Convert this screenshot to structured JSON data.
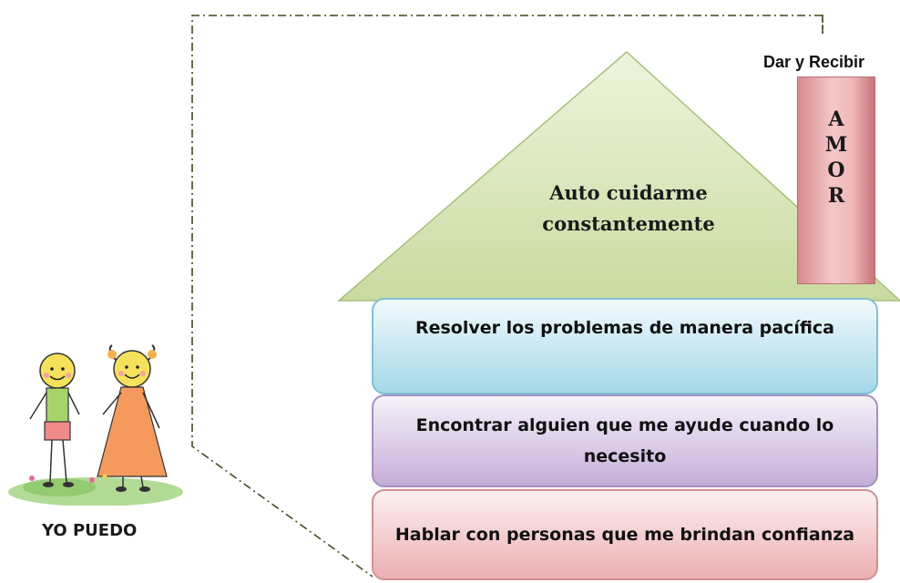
{
  "chimney": {
    "label": "Dar y Recibir",
    "letters": [
      "A",
      "M",
      "O",
      "R"
    ]
  },
  "roof": {
    "line1": "Auto cuidarme",
    "line2": "constantemente"
  },
  "layers": [
    "Resolver los problemas de manera pacífica",
    "Encontrar alguien que me ayude cuando lo necesito",
    "Hablar con personas que me brindan confianza"
  ],
  "caption": "YO PUEDO",
  "colors": {
    "roof": "#dbe7bf",
    "chimney": "#f0b8ba",
    "layer_blue": "#b7e0ee",
    "layer_purple": "#d2c0e2",
    "layer_pink": "#f3c3c4",
    "outline": "#3d4a1f"
  }
}
